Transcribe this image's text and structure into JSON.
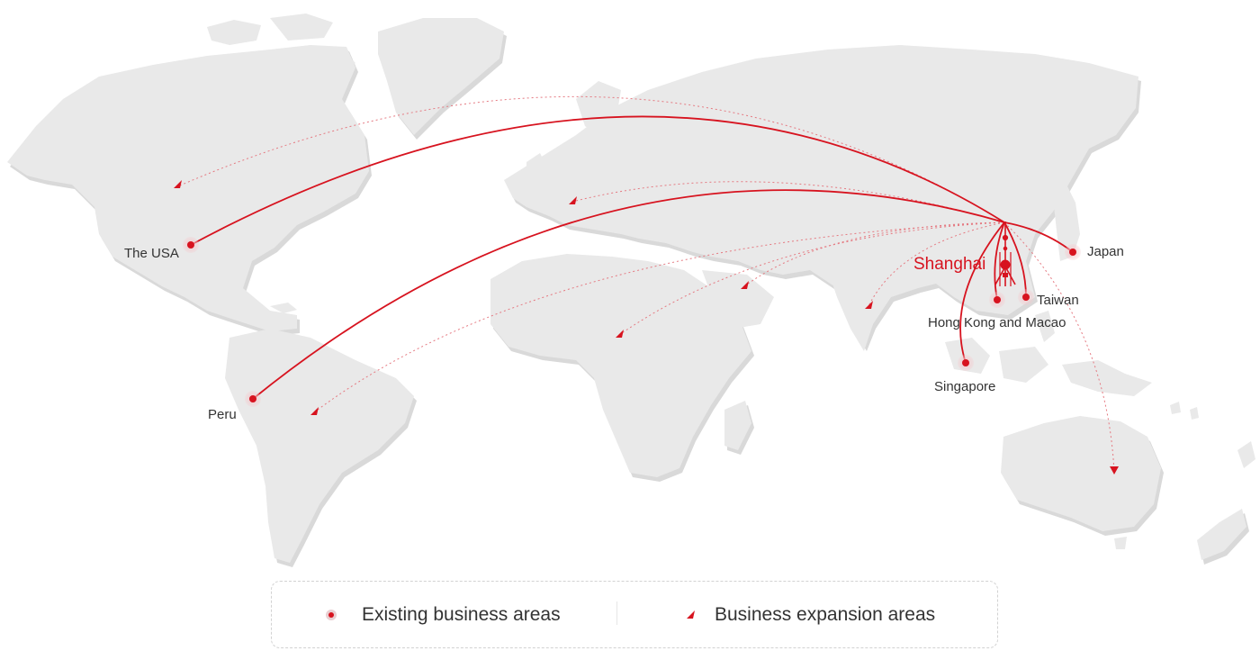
{
  "map": {
    "hub": {
      "name": "Shanghai"
    },
    "existing_business_areas": [
      "The USA",
      "Peru",
      "Japan",
      "Taiwan",
      "Hong Kong and Macao",
      "Singapore"
    ],
    "business_expansion_areas": [
      "North America (east)",
      "Europe",
      "Middle East",
      "Africa",
      "South America (east)",
      "South Asia",
      "Australia"
    ],
    "colors": {
      "accent": "#d7131f",
      "land": "#e8e8e8",
      "land_shadow": "#d4d4d4",
      "label_text": "#333333",
      "background": "#ffffff"
    }
  },
  "labels": {
    "shanghai": "Shanghai",
    "usa": "The USA",
    "peru": "Peru",
    "japan": "Japan",
    "taiwan": "Taiwan",
    "hk_macao": "Hong Kong and Macao",
    "singapore": "Singapore"
  },
  "legend": {
    "existing_label": "Existing business areas",
    "expansion_label": "Business expansion areas",
    "existing_icon": "red-dot-icon",
    "expansion_icon": "red-arrowhead-icon"
  }
}
